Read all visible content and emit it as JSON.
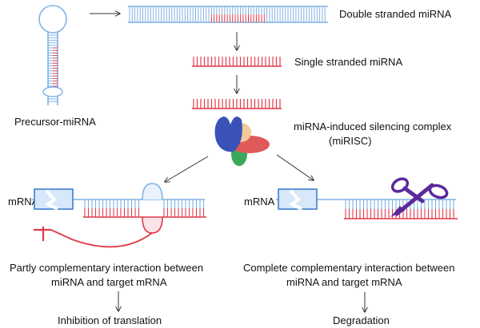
{
  "labels": {
    "double_stranded": "Double stranded miRNA",
    "single_stranded": "Single stranded miRNA",
    "precursor": "Precursor-miRNA",
    "mirisc_line1": "miRNA-induced silencing complex",
    "mirisc_line2": "(miRISC)",
    "mrna_left": "mRNA",
    "mrna_right": "mRNA",
    "partly_line1": "Partly complementary interaction between",
    "partly_line2": "miRNA  and target mRNA",
    "complete_line1": "Complete complementary interaction between",
    "complete_line2": "miRNA and target mRNA",
    "inhibition": "Inhibition of translation",
    "degradation": "Degradation"
  },
  "colors": {
    "rna_blue": "#7fb2e5",
    "mirna_red": "#e0394a",
    "arrow": "#333333",
    "box_blue": "#3f7fd0",
    "protein_blue": "#3a52b8",
    "protein_green": "#3aa85a",
    "protein_peach": "#f3c99a",
    "protein_red": "#e05a5a",
    "scissors": "#5a2a9a"
  }
}
